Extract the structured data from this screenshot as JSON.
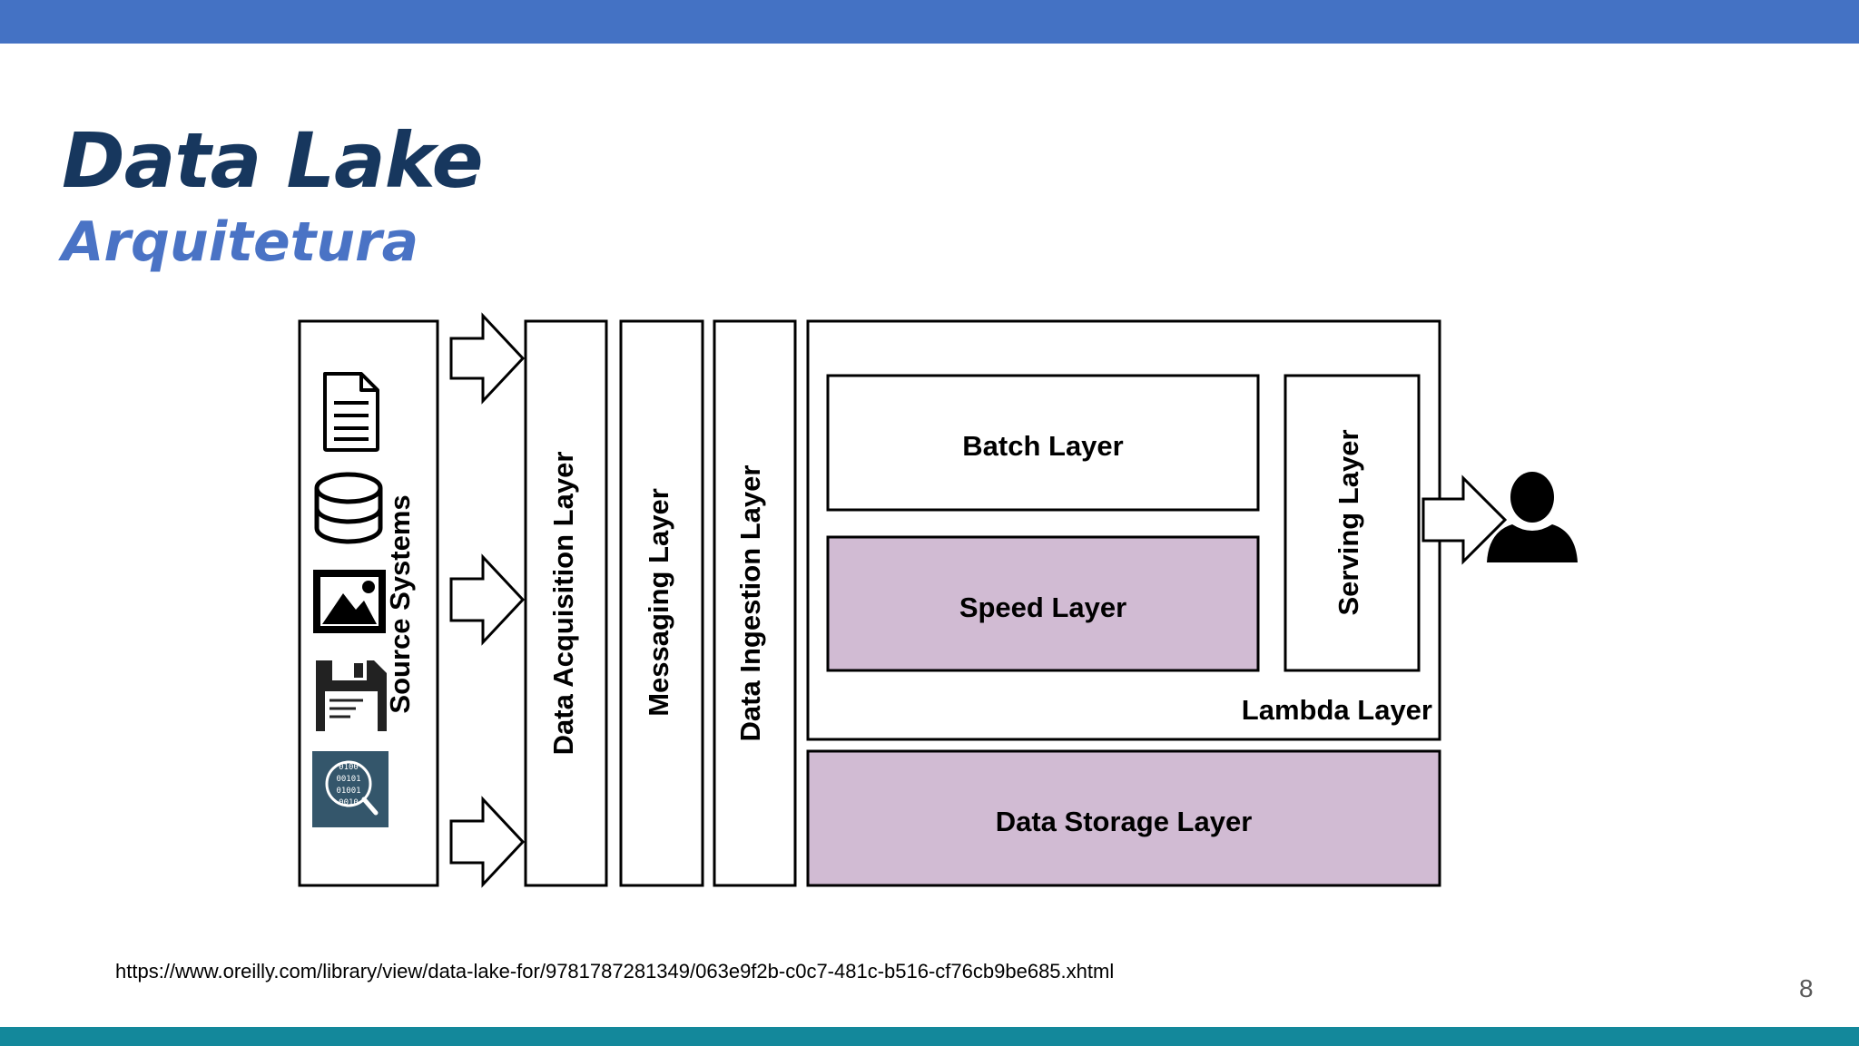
{
  "slide": {
    "title": "Data Lake",
    "subtitle": "Arquitetura",
    "source_url": "https://www.oreilly.com/library/view/data-lake-for/9781787281349/063e9f2b-c0c7-481c-b516-cf76cb9be685.xhtml",
    "page_number": "8"
  },
  "colors": {
    "top_bar": "#4472c4",
    "bottom_bar": "#13889b",
    "title": "#17375e",
    "subtitle": "#4a73c5",
    "highlight_fill": "#d1bbd3"
  },
  "diagram": {
    "source_systems": "Source Systems",
    "data_acquisition": "Data Acquisition Layer",
    "messaging": "Messaging Layer",
    "data_ingestion": "Data Ingestion Layer",
    "batch": "Batch Layer",
    "speed": "Speed Layer",
    "serving": "Serving Layer",
    "lambda": "Lambda Layer",
    "data_storage": "Data Storage Layer",
    "source_icons": [
      "document-icon",
      "database-icon",
      "image-icon",
      "floppy-disk-icon",
      "binary-search-icon"
    ],
    "binary_text": [
      "0100",
      "00101",
      "01001",
      "0010"
    ],
    "consumer_icon": "user-icon"
  }
}
